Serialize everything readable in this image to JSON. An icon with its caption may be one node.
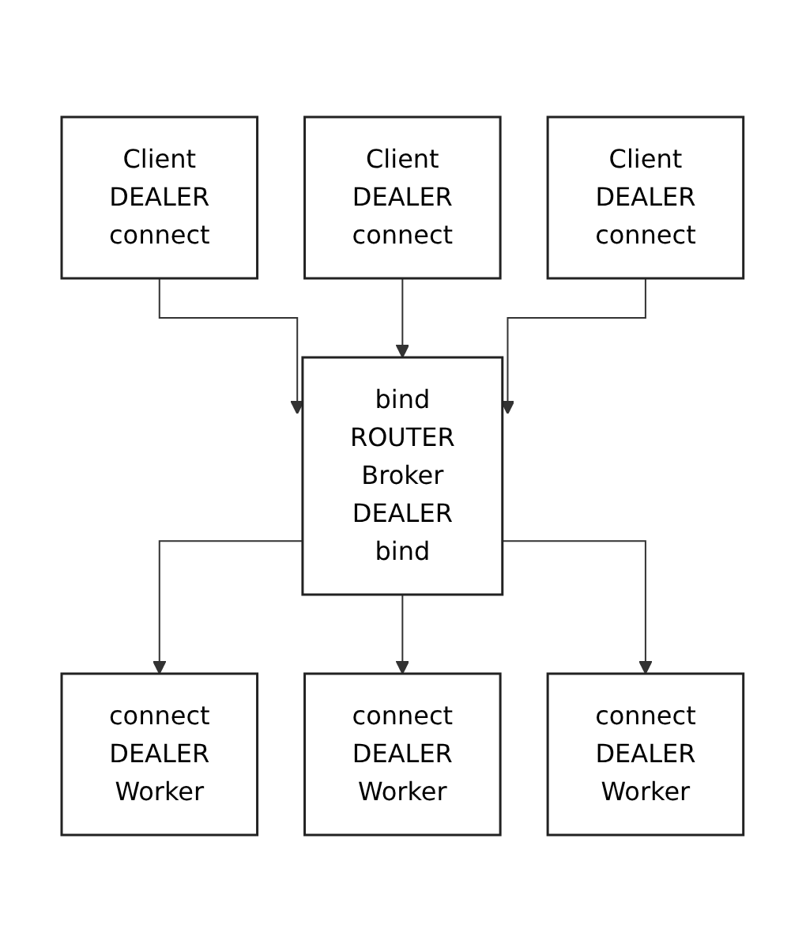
{
  "diagram": {
    "nodes": [
      {
        "text": [
          "Client",
          "DEALER",
          "connect"
        ]
      },
      {
        "text": [
          "Client",
          "DEALER",
          "connect"
        ]
      },
      {
        "text": [
          "Client",
          "DEALER",
          "connect"
        ]
      },
      {
        "text": [
          "bind",
          "ROUTER",
          "Broker",
          "DEALER",
          "bind"
        ]
      },
      {
        "text": [
          "connect",
          "DEALER",
          "Worker"
        ]
      },
      {
        "text": [
          "connect",
          "DEALER",
          "Worker"
        ]
      },
      {
        "text": [
          "connect",
          "DEALER",
          "Worker"
        ]
      }
    ],
    "edges": [
      {
        "from": 0,
        "to": 3,
        "arrow": "to"
      },
      {
        "from": 1,
        "to": 3,
        "arrow": "to"
      },
      {
        "from": 2,
        "to": 3,
        "arrow": "to"
      },
      {
        "from": 3,
        "to": 4,
        "arrow": "to"
      },
      {
        "from": 3,
        "to": 5,
        "arrow": "to"
      },
      {
        "from": 3,
        "to": 6,
        "arrow": "to"
      }
    ]
  }
}
